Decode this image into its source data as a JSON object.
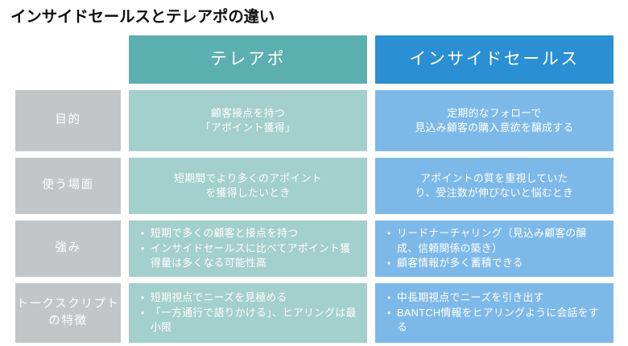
{
  "title": "インサイドセールスとテレアポの違い",
  "colors": {
    "header_teal": "#5CAFAF",
    "header_blue": "#2B8FD4",
    "body_teal": "#A3CFCC",
    "body_blue": "#7DB9E8",
    "label_gray": "#C2C6C8",
    "title_text": "#111111",
    "cell_text": "#FFFFFF"
  },
  "header": {
    "blank_label": "",
    "col_teleapo": "テレアポ",
    "col_inside_sales": "インサイドセールス"
  },
  "rows": [
    {
      "label": "目的",
      "teleapo": {
        "type": "text",
        "lines": [
          "顧客接点を持つ",
          "「アポイント獲得」"
        ]
      },
      "inside_sales": {
        "type": "text",
        "lines": [
          "定期的なフォローで",
          "見込み顧客の購入意欲を醸成する"
        ]
      }
    },
    {
      "label": "使う場面",
      "teleapo": {
        "type": "text",
        "lines": [
          "短期間でより多くのアポイント",
          "を獲得したいとき"
        ]
      },
      "inside_sales": {
        "type": "text",
        "lines": [
          "アポイントの質を重視していた",
          "り、受注数が伸びないと悩むとき"
        ]
      }
    },
    {
      "label": "強み",
      "teleapo": {
        "type": "bullets",
        "items": [
          "短期で多くの顧客と接点を持つ",
          "インサイドセールスに比べてアポイント獲得量は多くなる可能性高"
        ]
      },
      "inside_sales": {
        "type": "bullets",
        "items": [
          "リードナーチャリング（見込み顧客の醸成、信頼関係の築き）",
          "顧客情報が多く蓄積できる"
        ]
      }
    },
    {
      "label": "トークスクリプトの特徴",
      "teleapo": {
        "type": "bullets",
        "items": [
          "短期視点でニーズを見極める",
          "「一方通行で語りかける」、ヒアリングは最小限"
        ]
      },
      "inside_sales": {
        "type": "bullets",
        "items": [
          "中長期視点でニーズを引き出す",
          "BANTCH情報をヒアリングように会話をする"
        ]
      }
    }
  ]
}
